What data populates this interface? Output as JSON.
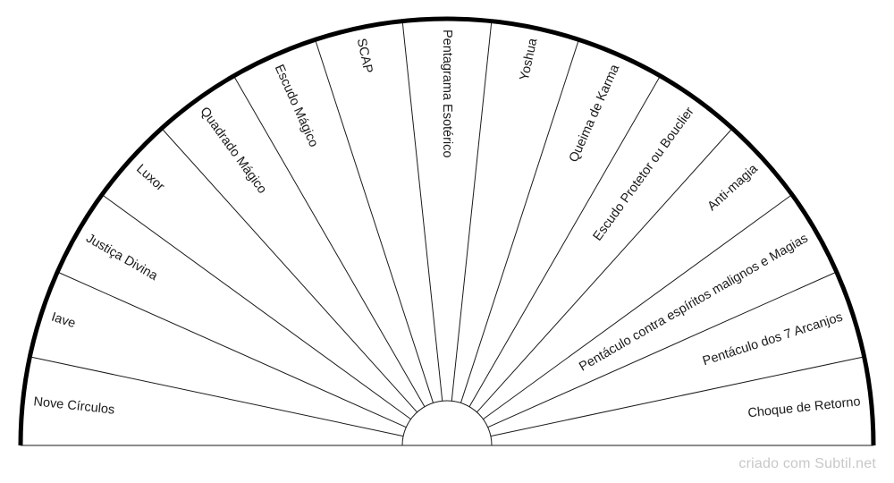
{
  "chart": {
    "segments": [
      "Nove Círculos",
      "Iave",
      "Justiça Divina",
      "Luxor",
      "Quadrado Mágico",
      "Escudo Mágico",
      "SCAP",
      "Pentagrama Esotérico",
      "Yoshua",
      "Queima de Karma",
      "Escudo Protetor ou Bouclier",
      "Anti-magia",
      "Pentáculo contra espíritos malignos e Magias",
      "Pentáculo dos 7 Arcanjos",
      "Choque de Retorno"
    ],
    "colors": {
      "outline": "#000000",
      "divider": "#1a1a1a",
      "background": "#ffffff"
    }
  },
  "footer": {
    "credit": "criado com Subtil.net"
  }
}
